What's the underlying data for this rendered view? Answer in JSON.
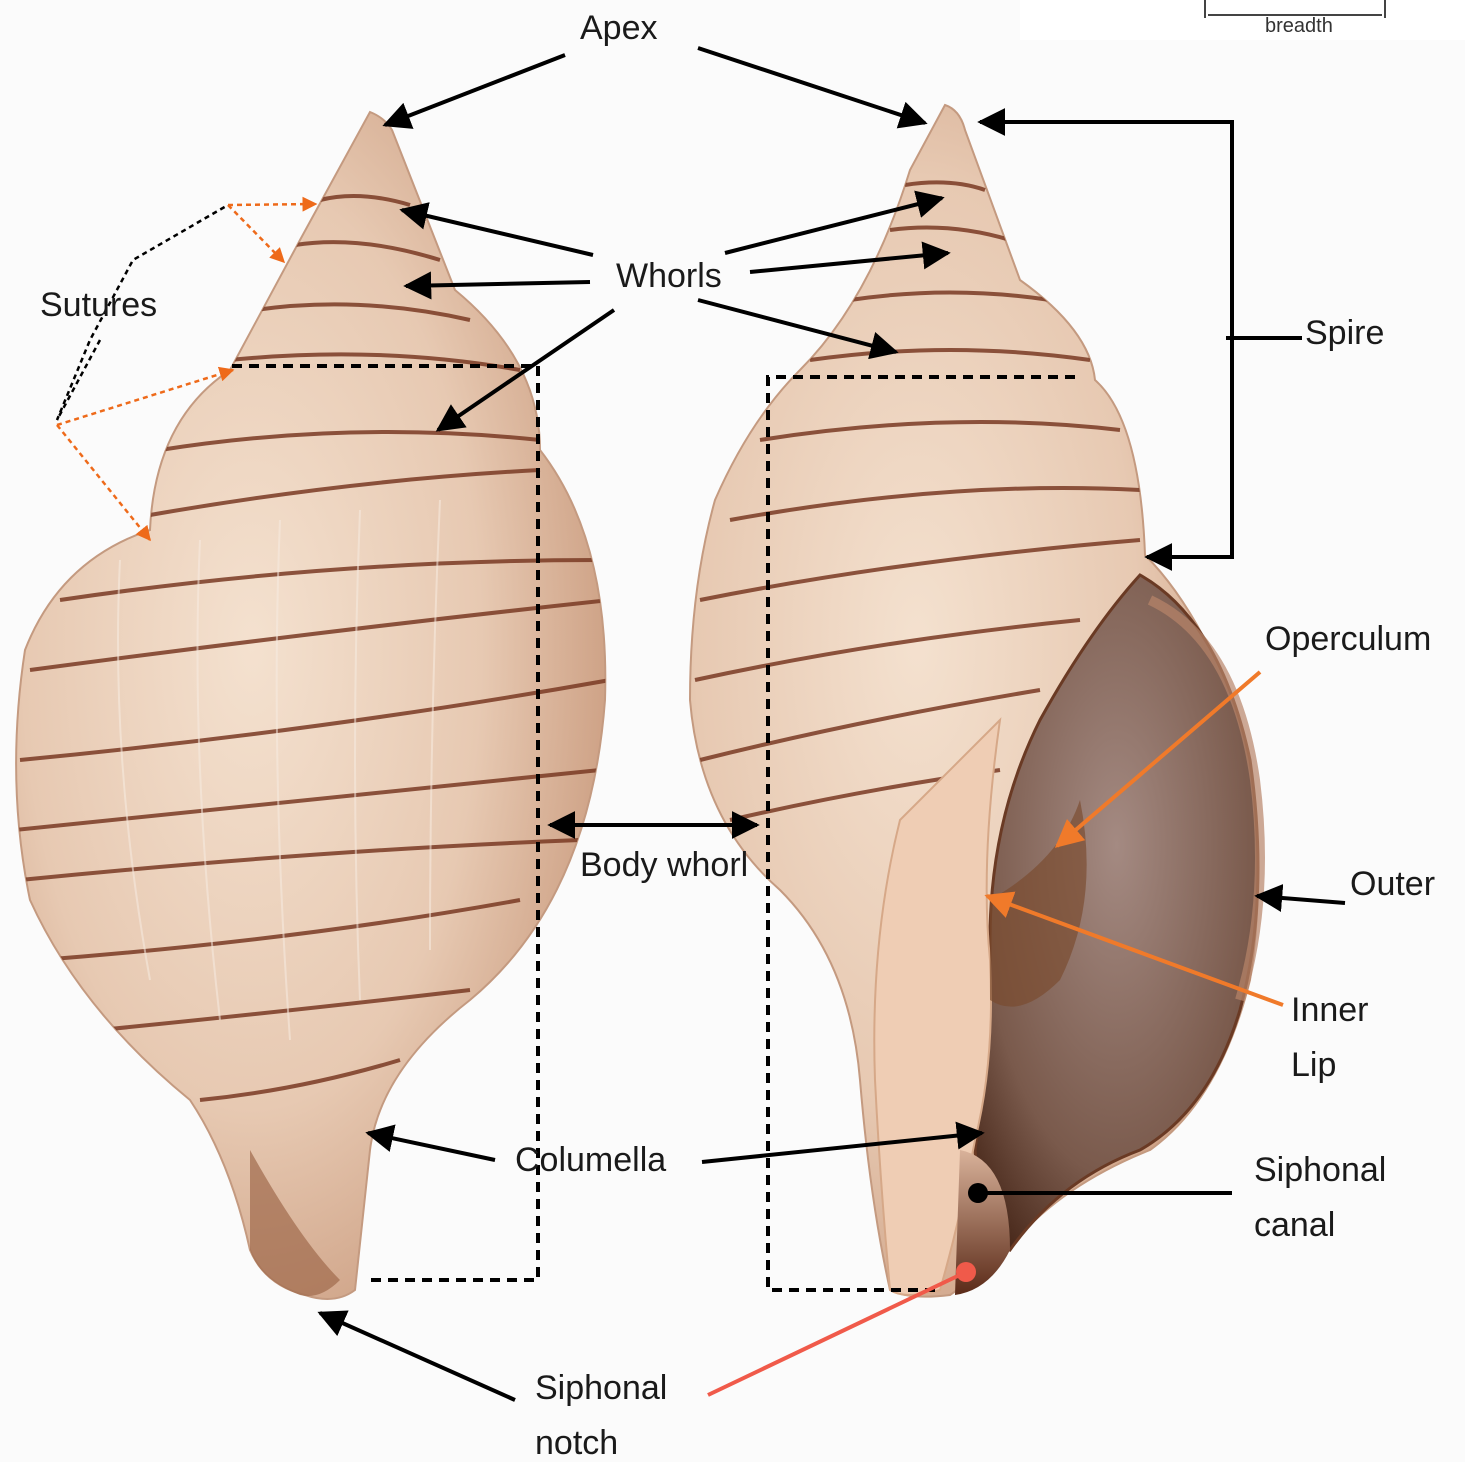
{
  "labels": {
    "apex": "Apex",
    "whorls": "Whorls",
    "sutures": "Sutures",
    "spire": "Spire",
    "operculum": "Operculum",
    "body_whorl": "Body whorl",
    "outer": "Outer",
    "inner_lip_1": "Inner",
    "inner_lip_2": "Lip",
    "columella": "Columella",
    "siphonal_canal_1": "Siphonal",
    "siphonal_canal_2": "canal",
    "siphonal_notch_1": "Siphonal",
    "siphonal_notch_2": "notch",
    "breadth": "breadth"
  },
  "colors": {
    "arrow_black": "#000000",
    "arrow_orange": "#f07a2a",
    "arrow_coral": "#f05a4a",
    "suture_orange": "#ee6a1a",
    "shell_base": "#e7c9b2",
    "shell_band": "#7a3a24",
    "aperture": "#8c6a5c"
  }
}
